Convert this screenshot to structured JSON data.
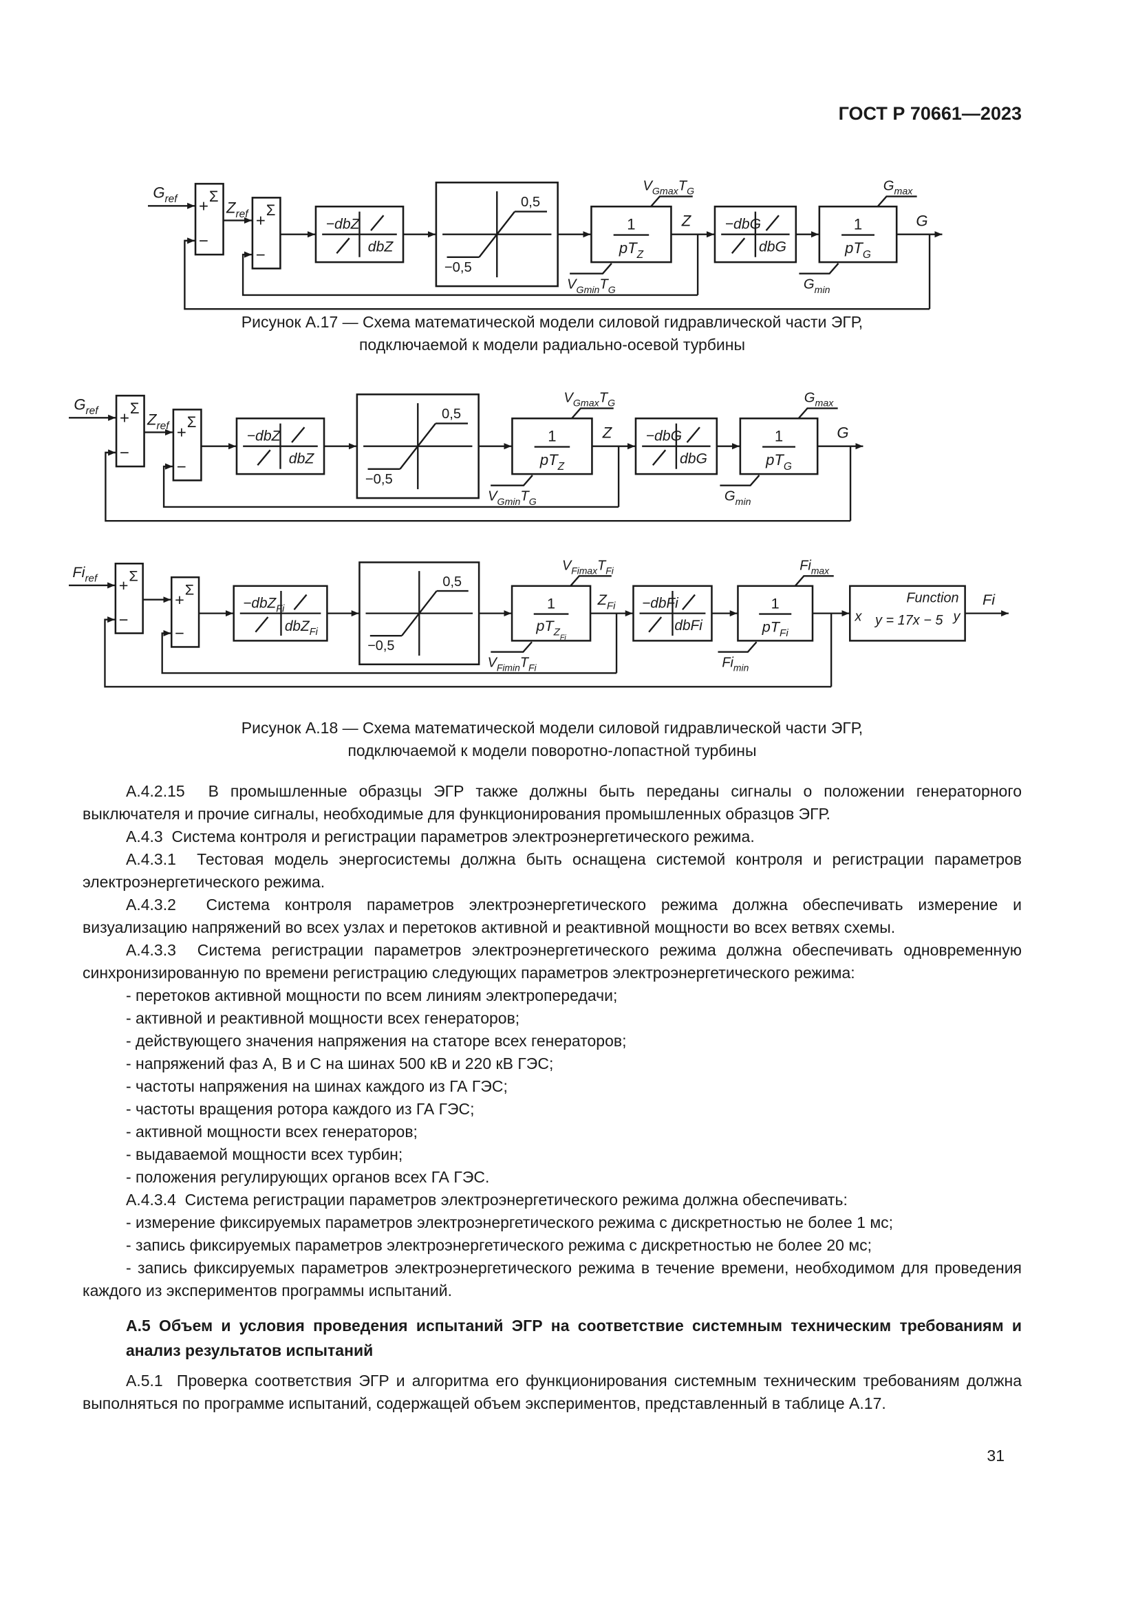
{
  "page": {
    "header": "ГОСТ Р 70661—2023",
    "number": "31"
  },
  "fig17": {
    "caption_line1": "Рисунок А.17 — Схема математической модели силовой гидравлической части ЭГР,",
    "caption_line2": "подключаемой к модели радиально-осевой турбины"
  },
  "fig18": {
    "caption_line1": "Рисунок А.18 — Схема математической модели силовой гидравлической части ЭГР,",
    "caption_line2": "подключаемой к модели поворотно-лопастной турбины"
  },
  "dG": {
    "input": "G_{ref}",
    "sigma": "Σ",
    "plus": "+",
    "minus": "−",
    "zref": "Z_{ref}",
    "db1_neg": "−dbZ",
    "db1_pos": "dbZ",
    "sat_hi": "0,5",
    "sat_lo": "−0,5",
    "int1_num": "1",
    "int1_den": "pT_{Z}",
    "int1_max": "V_{Gmax}T_{G}",
    "int1_min": "V_{Gmin}T_{G}",
    "mid": "Z",
    "db2_neg": "−dbG",
    "db2_pos": "dbG",
    "int2_num": "1",
    "int2_den": "pT_{G}",
    "int2_max": "G_{max}",
    "int2_min": "G_{min}",
    "out": "G"
  },
  "dFi": {
    "input": "Fi_{ref}",
    "sigma": "Σ",
    "plus": "+",
    "minus": "−",
    "db1_neg": "−dbZ_{Fi}",
    "db1_pos": "dbZ_{Fi}",
    "sat_hi": "0,5",
    "sat_lo": "−0,5",
    "int1_num": "1",
    "int1_den": "pT_{Z_{Fi}}",
    "int1_max": "V_{Fimax}T_{Fi}",
    "int1_min": "V_{Fimin}T_{Fi}",
    "mid": "Z_{Fi}",
    "db2_neg": "−dbFi",
    "db2_pos": "dbFi",
    "int2_num": "1",
    "int2_den": "pT_{Fi}",
    "int2_max": "Fi_{max}",
    "int2_min": "Fi_{min}",
    "func_title": "Function",
    "func_eq": "y = 17x − 5",
    "func_in": "x",
    "func_out": "y",
    "out": "Fi"
  },
  "body": {
    "p_4_2_15": "А.4.2.15  В промышленные образцы ЭГР также должны быть переданы сигналы о положении генераторного выключателя и прочие сигналы, необходимые для функционирования промышленных образцов ЭГР.",
    "p_4_3": "А.4.3  Система контроля и регистрации параметров электроэнергетического режима.",
    "p_4_3_1": "А.4.3.1  Тестовая модель энергосистемы должна быть оснащена системой контроля и регистрации параметров электроэнергетического режима.",
    "p_4_3_2": "А.4.3.2  Система контроля параметров электроэнергетического режима должна обеспечивать измерение и визуализацию напряжений во всех узлах и перетоков активной и реактивной мощности во всех ветвях схемы.",
    "p_4_3_3": "А.4.3.3  Система регистрации параметров электроэнергетического режима должна обеспечивать одновременную синхронизированную по времени регистрацию следующих параметров электроэнергетического режима:",
    "list1": [
      "- перетоков активной мощности по всем линиям электропередачи;",
      "- активной и реактивной мощности всех генераторов;",
      "- действующего значения напряжения на статоре всех генераторов;",
      "- напряжений фаз А, В и С на шинах 500 кВ и 220 кВ ГЭС;",
      "- частоты напряжения на шинах каждого из ГА ГЭС;",
      "- частоты вращения ротора каждого из ГА ГЭС;",
      "- активной мощности всех генераторов;",
      "- выдаваемой мощности всех турбин;",
      "- положения регулирующих органов всех ГА ГЭС."
    ],
    "p_4_3_4": "А.4.3.4  Система регистрации параметров электроэнергетического режима должна обеспечивать:",
    "list2": [
      "- измерение фиксируемых параметров электроэнергетического режима с дискретностью не более 1 мс;",
      "- запись фиксируемых параметров электроэнергетического режима с дискретностью не более 20 мс;",
      "- запись фиксируемых параметров электроэнергетического режима в течение времени, необходимом для проведения каждого из экспериментов программы испытаний."
    ],
    "h_a5": "А.5 Объем и условия проведения испытаний ЭГР на соответствие системным техническим требованиям и анализ результатов испытаний",
    "p_5_1": "А.5.1  Проверка соответствия ЭГР и алгоритма его функционирования системным техническим требованиям должна выполняться по программе испытаний, содержащей объем экспериментов, представленный в таблице А.17."
  }
}
